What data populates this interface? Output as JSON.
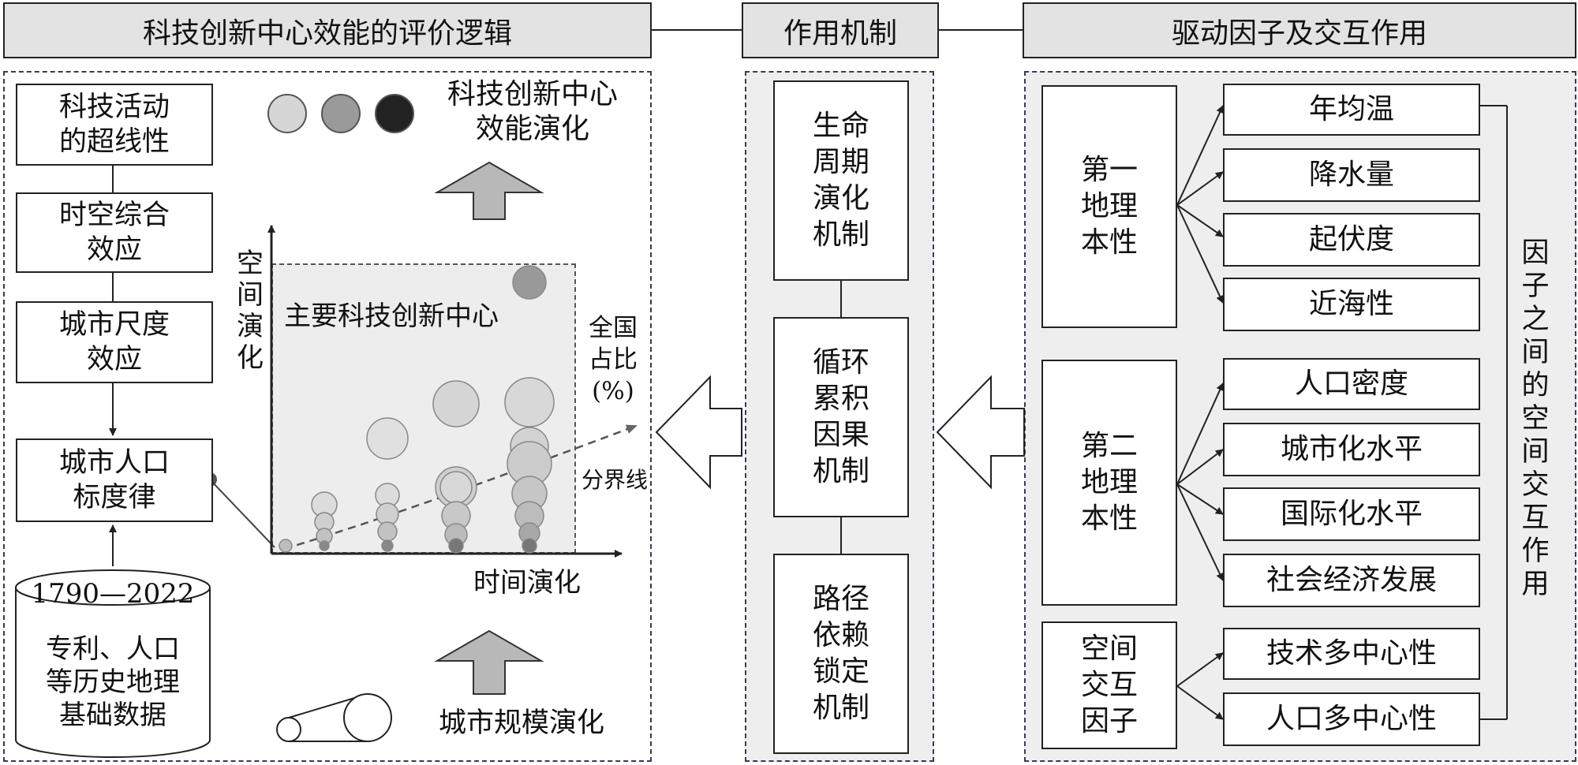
{
  "headers": {
    "left": "科技创新中心效能的评价逻辑",
    "middle": "作用机制",
    "right": "驱动因子及交互作用"
  },
  "left_panel": {
    "steps": [
      "科技活动\n的超线性",
      "时空综合\n效应",
      "城市尺度\n效应",
      "城市人口\n标度律"
    ],
    "database": {
      "years": "1790—2022",
      "label": "专利、人口\n等历史地理\n基础数据"
    },
    "chart": {
      "title": "主要科技创新中心",
      "y_axis": "空\n间\n演\n化",
      "x_axis": "时间演化",
      "share_label": "全国\n占比\n(%)",
      "boundary_label": "分界线"
    },
    "top_label": "科技创新中心\n效能演化",
    "bottom_label": "城市规模演化"
  },
  "mechanisms": [
    "生命\n周期\n演化\n机制",
    "循环\n累积\n因果\n机制",
    "路径\n依赖\n锁定\n机制"
  ],
  "factor_groups": [
    {
      "name": "第一\n地理\n本性",
      "factors": [
        "年均温",
        "降水量",
        "起伏度",
        "近海性"
      ]
    },
    {
      "name": "第二\n地理\n本性",
      "factors": [
        "人口密度",
        "城市化水平",
        "国际化水平",
        "社会经济发展"
      ]
    },
    {
      "name": "空间\n交互\n因子",
      "factors": [
        "技术多中心性",
        "人口多中心性"
      ]
    }
  ],
  "interaction_label": "因\n子\n之\n间\n的\n空\n间\n交\n互\n作\n用"
}
